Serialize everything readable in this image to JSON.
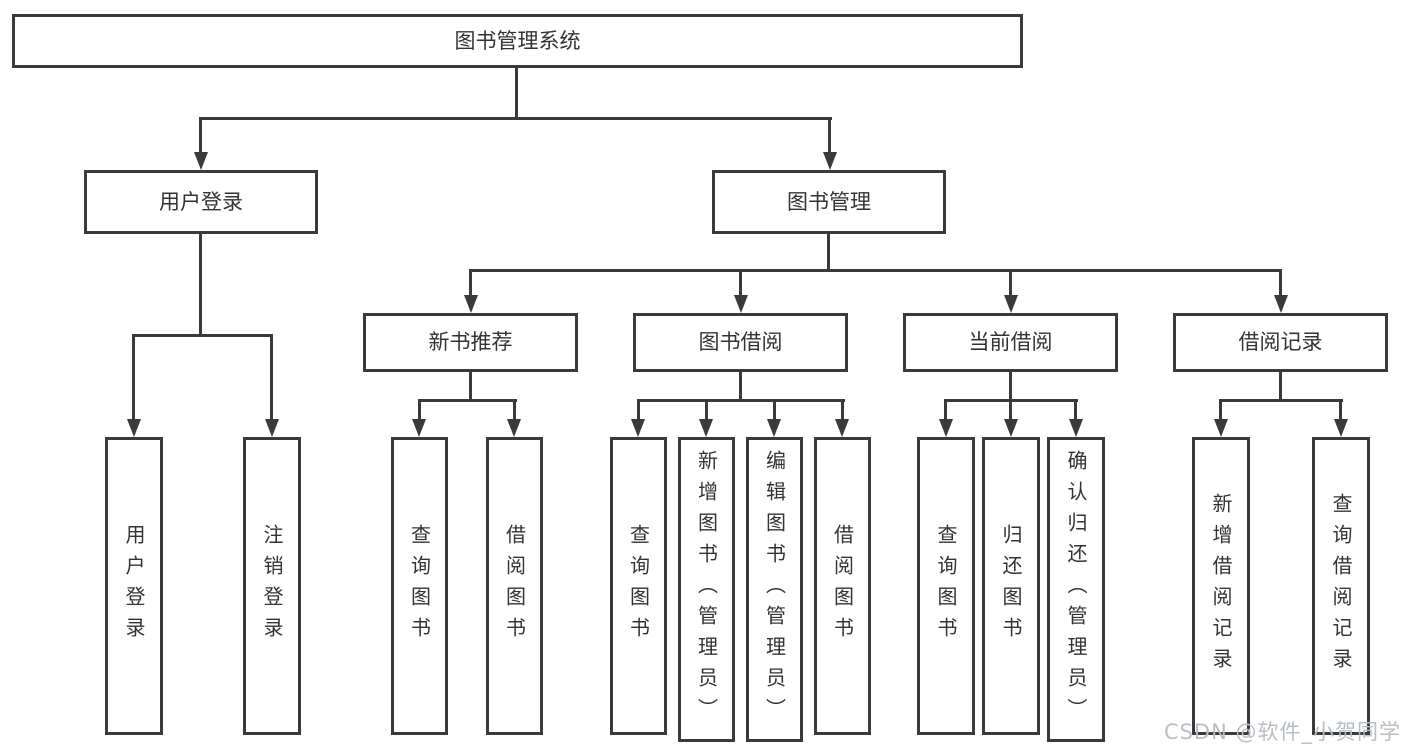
{
  "tree": {
    "label": "图书管理系统",
    "children": [
      {
        "label": "用户登录",
        "children": [
          {
            "label": "用户登录"
          },
          {
            "label": "注销登录"
          }
        ]
      },
      {
        "label": "图书管理",
        "children": [
          {
            "label": "新书推荐",
            "children": [
              {
                "label": "查询图书"
              },
              {
                "label": "借阅图书"
              }
            ]
          },
          {
            "label": "图书借阅",
            "children": [
              {
                "label": "查询图书"
              },
              {
                "label": "新增图书（管理员）"
              },
              {
                "label": "编辑图书（管理员）"
              },
              {
                "label": "借阅图书"
              }
            ]
          },
          {
            "label": "当前借阅",
            "children": [
              {
                "label": "查询图书"
              },
              {
                "label": "归还图书"
              },
              {
                "label": "确认归还（管理员）"
              }
            ]
          },
          {
            "label": "借阅记录",
            "children": [
              {
                "label": "新增借阅记录"
              },
              {
                "label": "查询借阅记录"
              }
            ]
          }
        ]
      }
    ]
  },
  "watermark": "CSDN @软件_小贺同学",
  "colors": {
    "line": "#3a3a3a",
    "text": "#333333",
    "watermark": "#b9bec5",
    "background": "#ffffff"
  }
}
